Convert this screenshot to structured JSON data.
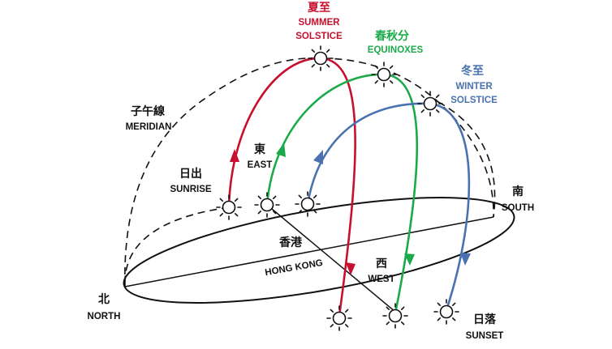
{
  "labels": {
    "summer_zh": "夏至",
    "summer_en1": "SUMMER",
    "summer_en2": "SOLSTICE",
    "equinox_zh": "春秋分",
    "equinox_en": "EQUINOXES",
    "winter_zh": "冬至",
    "winter_en1": "WINTER",
    "winter_en2": "SOLSTICE",
    "meridian_zh": "子午線",
    "meridian_en": "MERIDIAN",
    "east_zh": "東",
    "east_en": "EAST",
    "sunrise_zh": "日出",
    "sunrise_en": "SUNRISE",
    "south_zh": "南",
    "south_en": "SOUTH",
    "hk_zh": "香港",
    "hk_en": "HONG KONG",
    "west_zh": "西",
    "west_en": "WEST",
    "north_zh": "北",
    "north_en": "NORTH",
    "sunset_zh": "日落",
    "sunset_en": "SUNSET"
  },
  "colors": {
    "summer": "#c8102e",
    "equinox": "#1aaa4a",
    "winter": "#4a72b0",
    "outline": "#111111"
  }
}
